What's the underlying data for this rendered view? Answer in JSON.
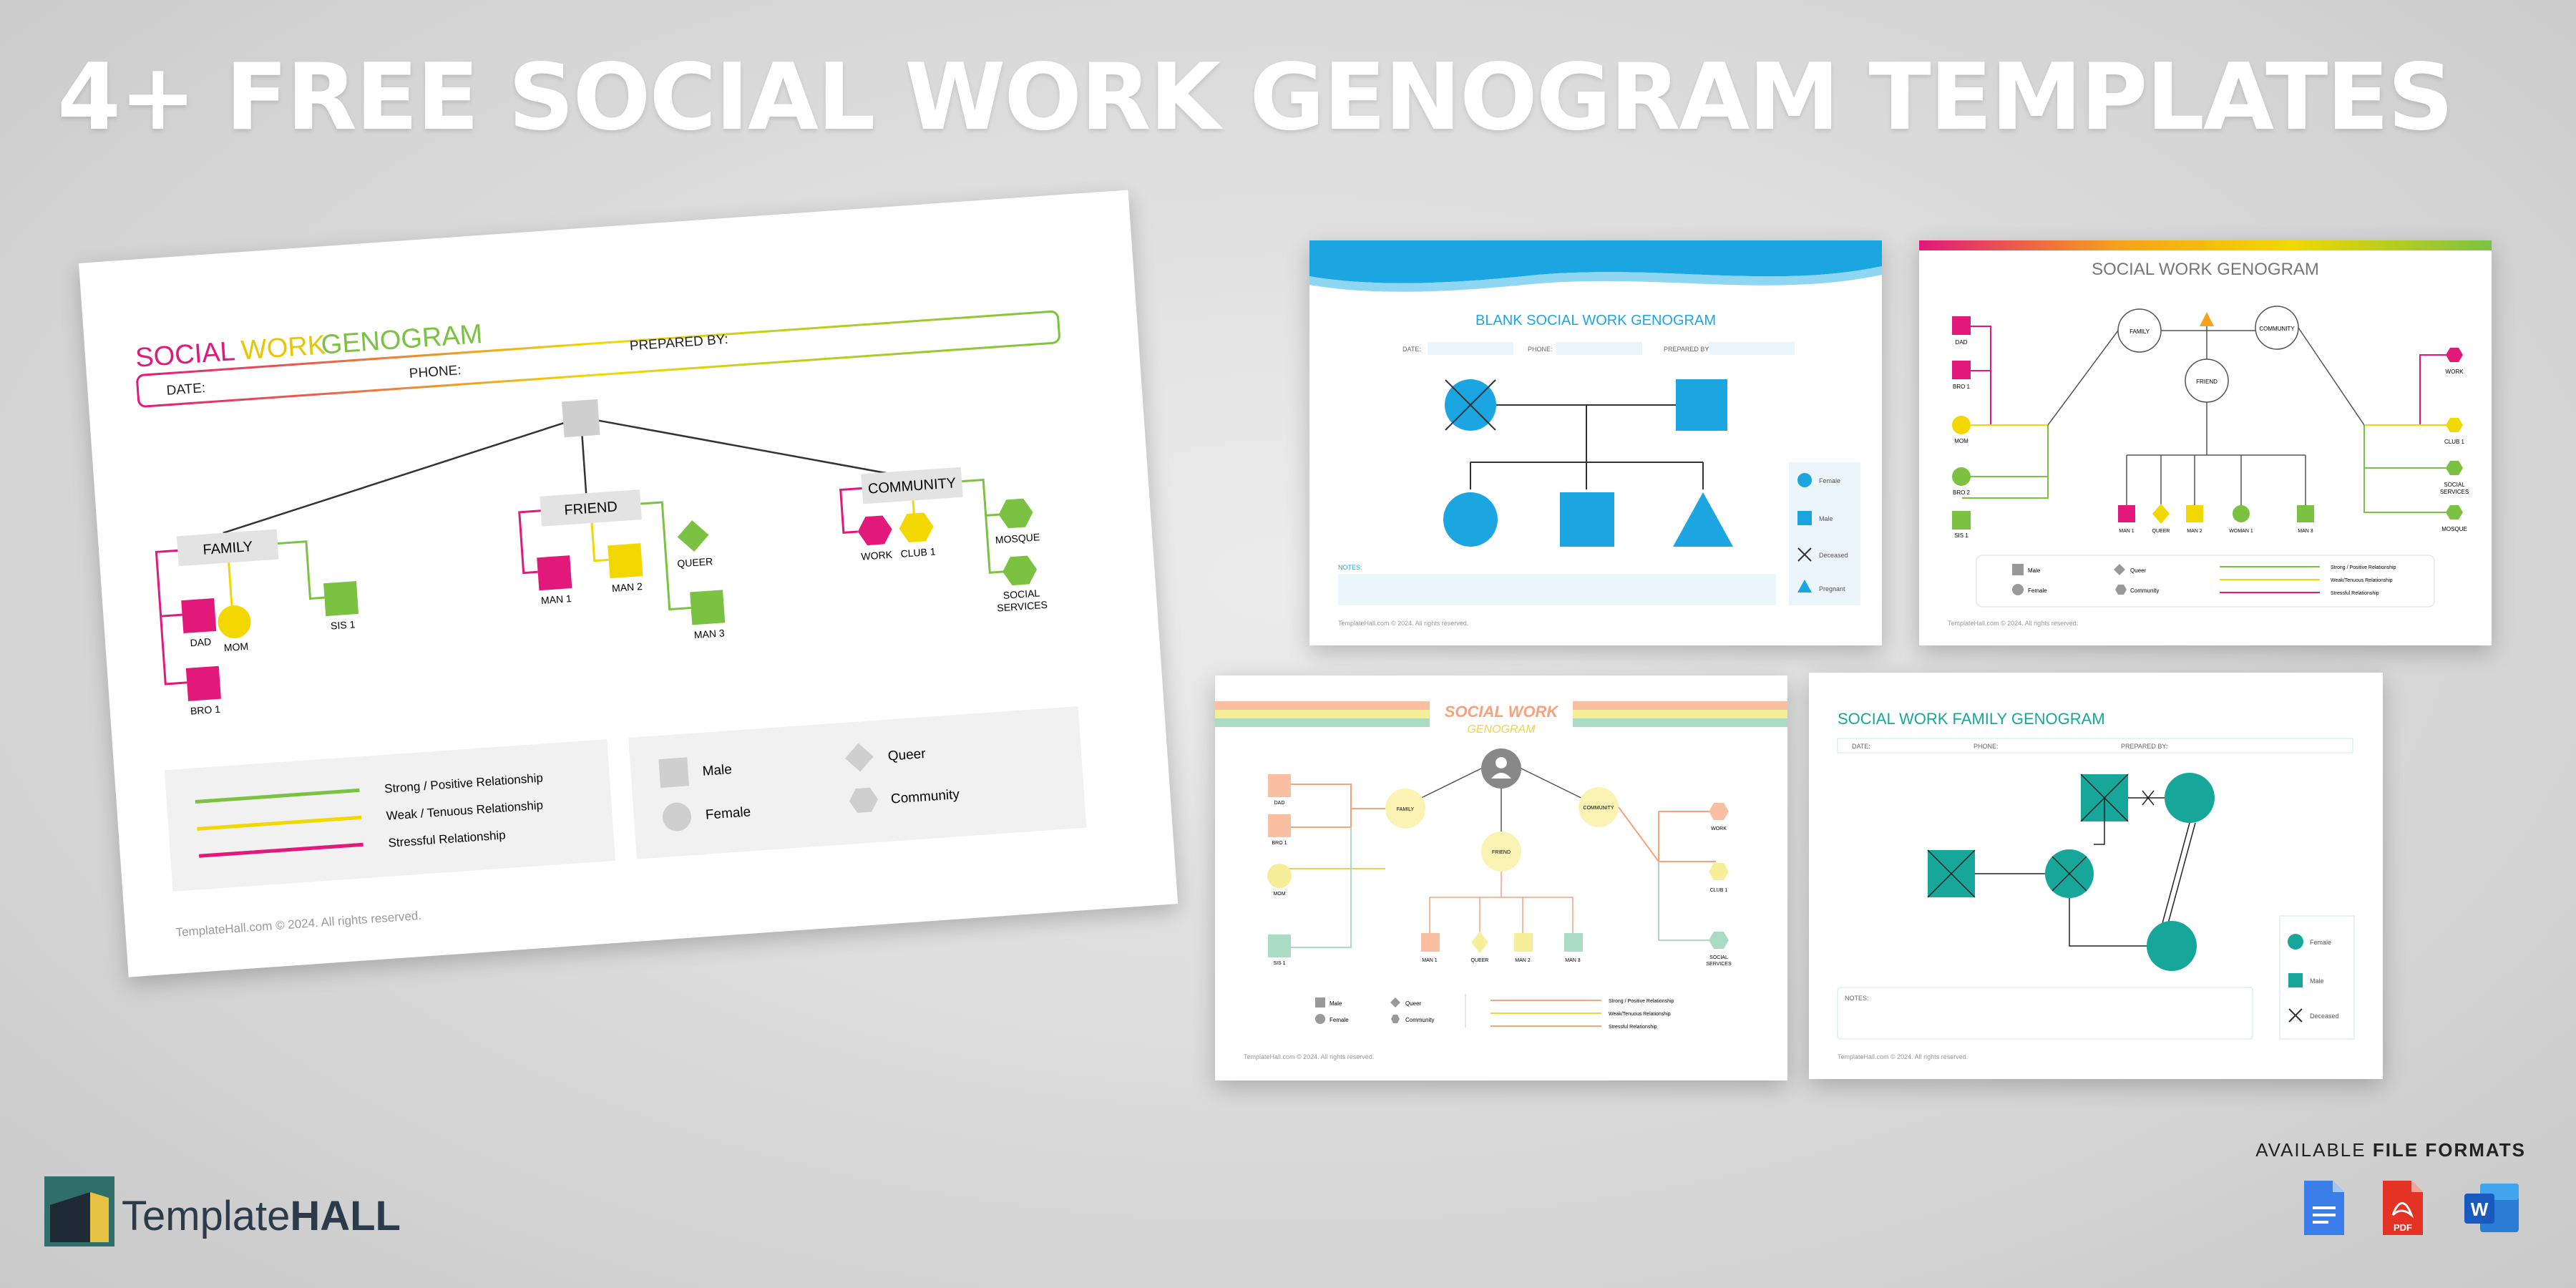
{
  "title": "4+ FREE SOCIAL WORK GENOGRAM TEMPLATES",
  "main_card": {
    "title_social": "SOCIAL",
    "title_work": "WORK",
    "title_genogram": "GENOGRAM",
    "date_label": "DATE:",
    "phone_label": "PHONE:",
    "prepared_label": "PREPARED BY:",
    "groups": [
      "FAMILY",
      "FRIEND",
      "COMMUNITY"
    ],
    "members": [
      "DAD",
      "BRO 1",
      "MOM",
      "SIS 1",
      "MAN 1",
      "MAN 2",
      "QUEER",
      "MAN 3",
      "WORK",
      "CLUB 1",
      "MOSQUE",
      "SOCIAL",
      "SERVICES"
    ],
    "legend_lines": [
      "Strong / Positive  Relationship",
      "Weak / Tenuous  Relationship",
      "Stressful  Relationship"
    ],
    "legend_shapes": [
      "Male",
      "Female",
      "Queer",
      "Community"
    ],
    "footer": "TemplateHall.com © 2024. All rights reserved."
  },
  "card_blank": {
    "title": "BLANK SOCIAL WORK GENOGRAM",
    "date_label": "DATE:",
    "phone_label": "PHONE:",
    "prepared_label": "PREPARED BY:",
    "notes_label": "NOTES:",
    "legend": [
      "Female",
      "Male",
      "Deceased",
      "Pregnant"
    ],
    "footer": "TemplateHall.com © 2024. All rights reserved."
  },
  "card_rainbow": {
    "title": "SOCIAL WORK GENOGRAM",
    "nodes": [
      "FAMILY",
      "COMMUNITY",
      "FRIEND"
    ],
    "left": [
      "DAD",
      "BRO 1",
      "MOM",
      "BRO 2",
      "SIS 1"
    ],
    "right": [
      "WORK",
      "CLUB 1",
      "SOCIAL",
      "SERVICES",
      "MOSQUE"
    ],
    "bottom": [
      "MAN 1",
      "QUEER",
      "MAN 2",
      "WOMAN 1",
      "MAN 3"
    ],
    "legend_shapes": [
      "Male",
      "Queer",
      "Female",
      "Community"
    ],
    "legend_lines": [
      "Strong / Positive  Relationship",
      "Weak/Tenuous  Relationship",
      "Stressful  Relationship"
    ],
    "footer": "TemplateHall.com © 2024. All rights reserved."
  },
  "card_pastel": {
    "title_top": "SOCIAL WORK",
    "title_bottom": "GENOGRAM",
    "nodes": [
      "FAMILY",
      "COMMUNITY",
      "FRIEND"
    ],
    "left": [
      "DAD",
      "BRO 1",
      "MOM",
      "SIS 1"
    ],
    "right": [
      "WORK",
      "CLUB 1",
      "SOCIAL",
      "SERVICES"
    ],
    "bottom": [
      "MAN 1",
      "QUEER",
      "MAN 2",
      "MAN 3"
    ],
    "legend_shapes": [
      "Male",
      "Queer",
      "Female",
      "Community"
    ],
    "legend_lines": [
      "Strong / Positive  Relationship",
      "Weak/Tenuous  Relationship",
      "Stressful  Relationship"
    ],
    "footer": "TemplateHall.com © 2024. All rights reserved."
  },
  "card_family": {
    "title": "SOCIAL WORK FAMILY GENOGRAM",
    "date_label": "DATE:",
    "phone_label": "PHONE:",
    "prepared_label": "PREPARED BY:",
    "notes_label": "NOTES:",
    "legend": [
      "Female",
      "Male",
      "Deceased"
    ],
    "footer": "TemplateHall.com © 2024. All rights reserved."
  },
  "logo": {
    "light": "Template",
    "bold": "HALL"
  },
  "formats": {
    "prefix": "AVAILABLE",
    "bold": "FILE FORMATS",
    "icons": [
      "google-docs-icon",
      "pdf-icon",
      "word-icon"
    ],
    "pdf_label": "PDF",
    "word_label": "W"
  },
  "colors": {
    "pink": "#e2187a",
    "yellow": "#f2d800",
    "green": "#7cc242",
    "blue": "#1ba6e2",
    "teal": "#17a79a",
    "navy": "#2b3b4b"
  }
}
